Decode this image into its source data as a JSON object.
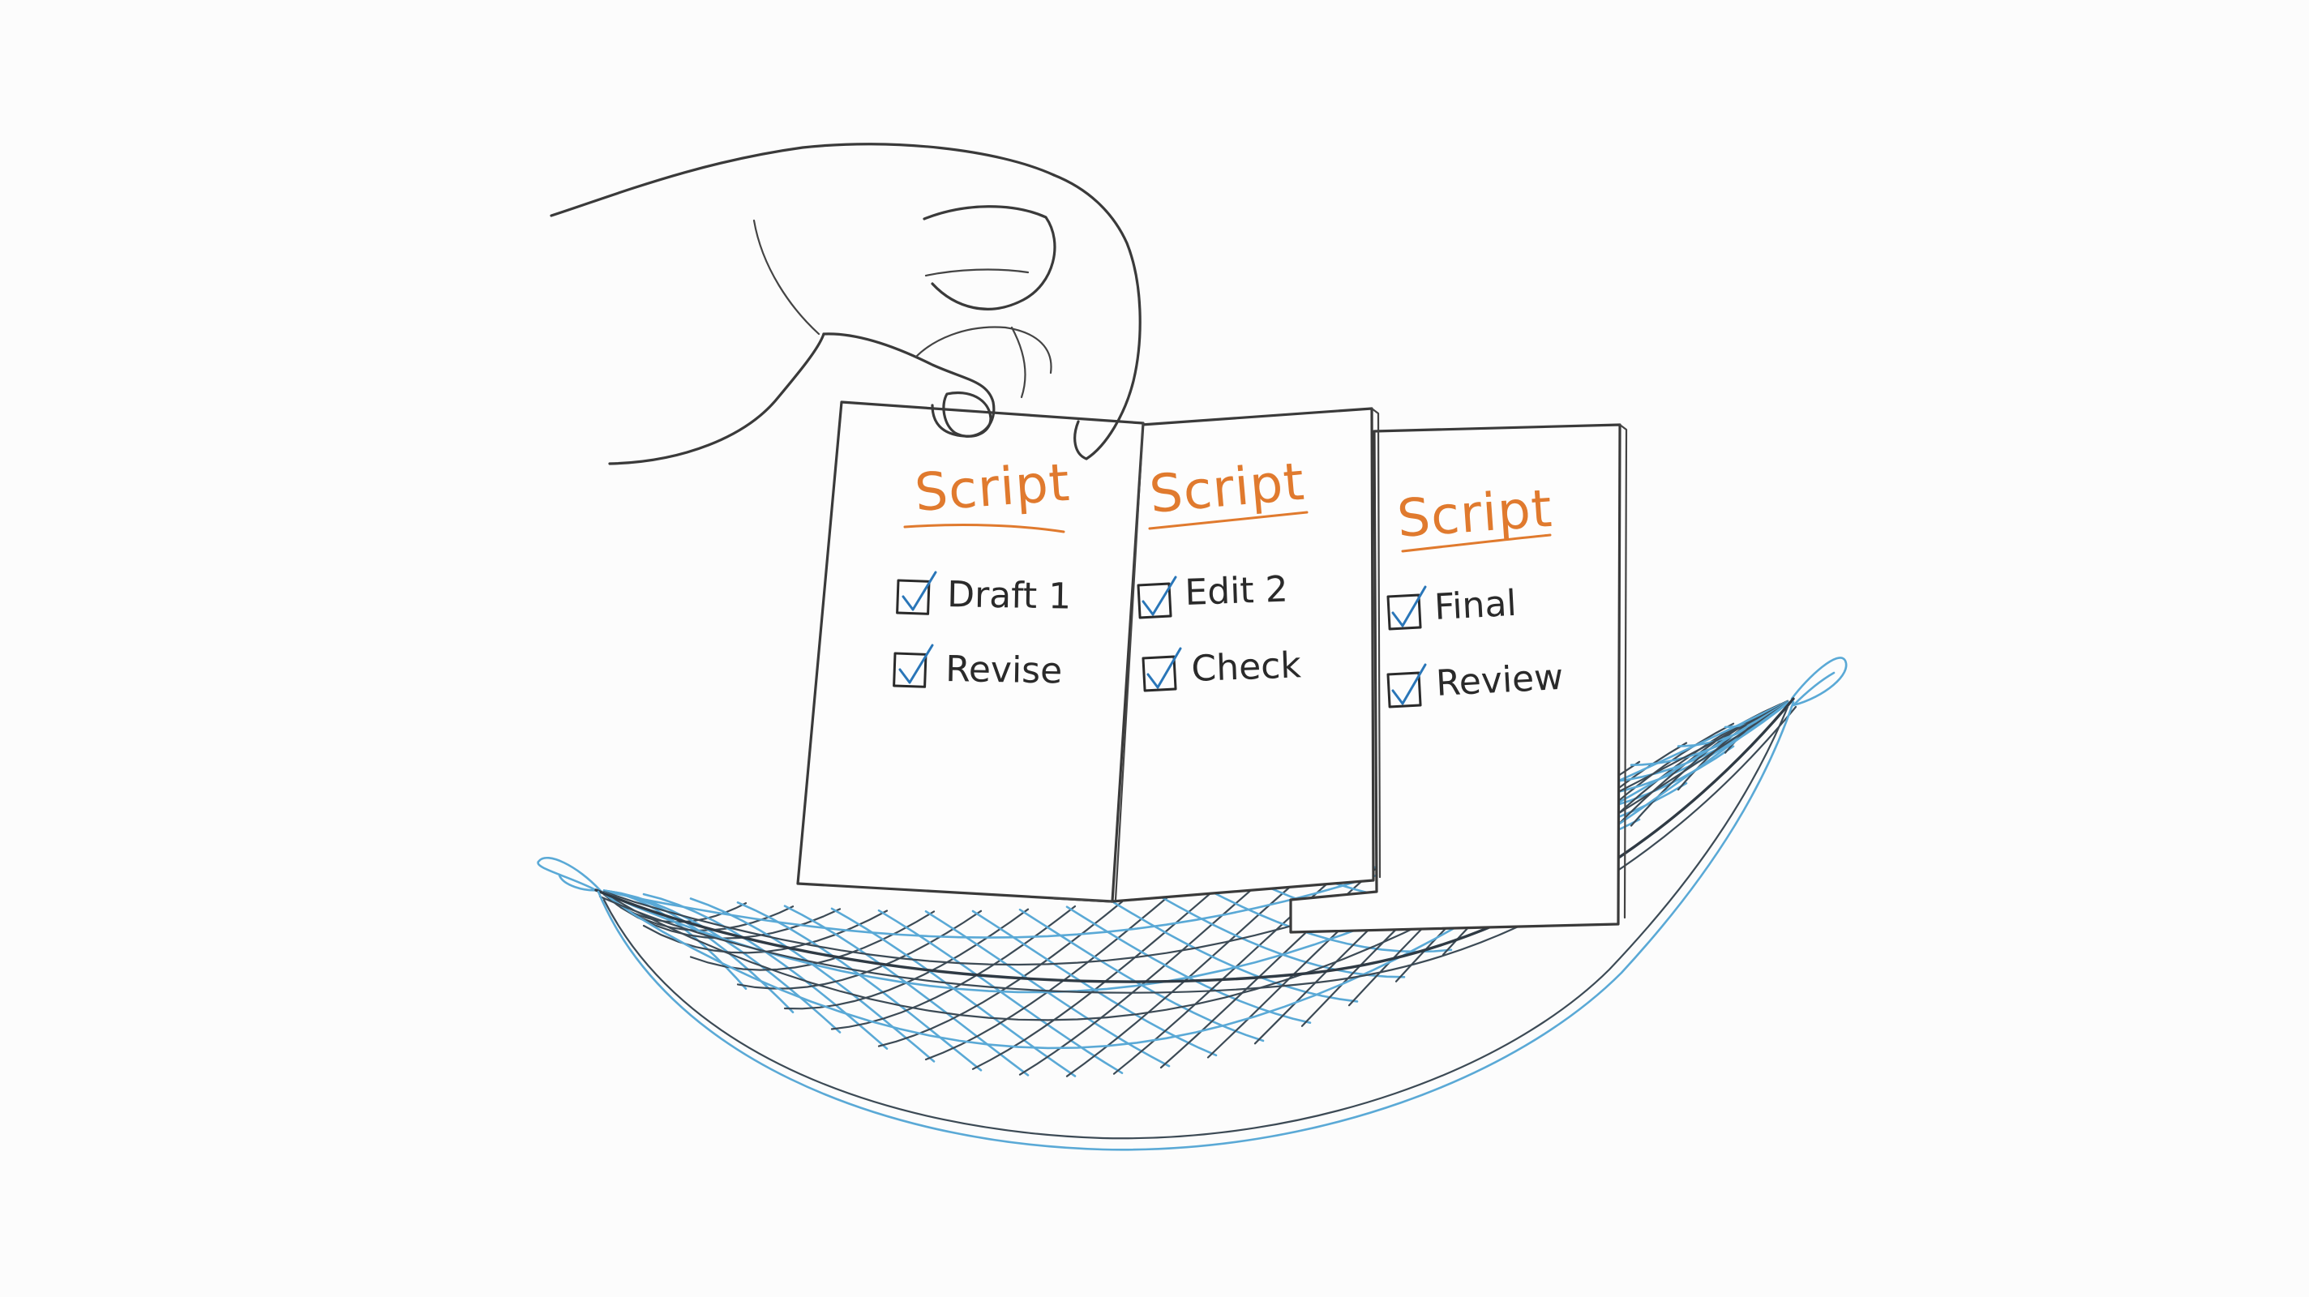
{
  "scene": {
    "description_icons": [
      "hand-icon",
      "hammock-net-icon",
      "checkbox-icon"
    ],
    "colors": {
      "background": "#fcfcfc",
      "ink": "#3a3a3a",
      "title_accent": "#e07a2e",
      "check_accent": "#2a76b8",
      "net_accent": "#5aa9d6"
    }
  },
  "cards": [
    {
      "title": "Script",
      "items": [
        {
          "label": "Draft 1",
          "checked": true
        },
        {
          "label": "Revise",
          "checked": true
        }
      ]
    },
    {
      "title": "Script",
      "items": [
        {
          "label": "Edit 2",
          "checked": true
        },
        {
          "label": "Check",
          "checked": true
        }
      ]
    },
    {
      "title": "Script",
      "items": [
        {
          "label": "Final",
          "checked": true
        },
        {
          "label": "Review",
          "checked": true
        }
      ]
    }
  ]
}
